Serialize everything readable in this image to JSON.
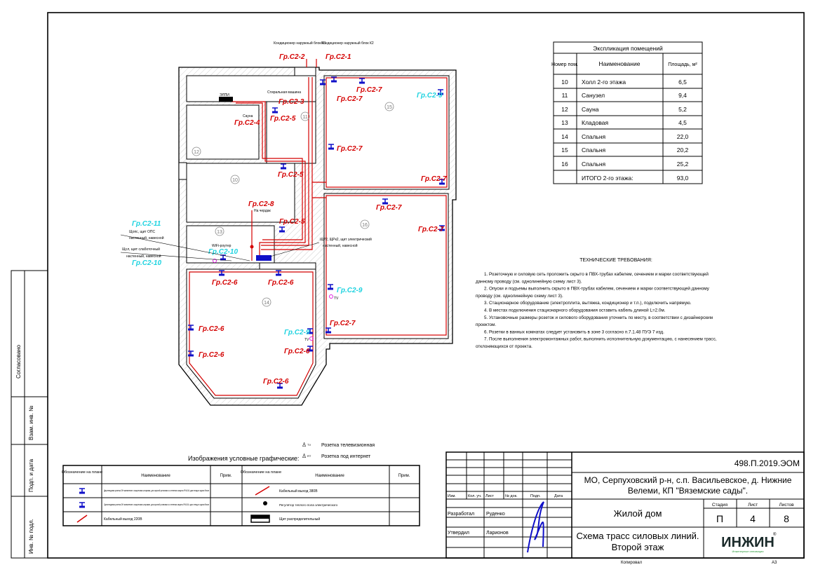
{
  "side_stamp": [
    "Согласовано",
    "Взам. инв. №",
    "Подп. и дата",
    "Инв. № подл."
  ],
  "plan": {
    "rooms": [
      "10",
      "11",
      "12",
      "13",
      "14",
      "15",
      "16"
    ],
    "groups": {
      "c2_1": "Гр.С2-1",
      "c2_2": "Гр.С2-2",
      "c2_3": "Гр.С2-3",
      "c2_4": "Гр.С2-4",
      "c2_5": "Гр.С2-5",
      "c2_6": "Гр.С2-6",
      "c2_7": "Гр.С2-7",
      "c2_8": "Гр.С2-8",
      "c2_9": "Гр.С2-9",
      "c2_10": "Гр.С2-10",
      "c2_11": "Гр.С2-11"
    },
    "notes": {
      "ac1": "Кондиционер наружный блок К1",
      "ac2": "Кондиционер наружный блок К2",
      "washer": "Стиральная машина",
      "sauna": "Сауна",
      "sauna_panel": "ЭЛПИ",
      "attic": "На чердак",
      "ops": "Щопс, щит ОПС",
      "ops2": "настенный, навесной",
      "weak": "Щсл, щит слаботочный",
      "weak2": "настенный, навесной",
      "wifi": "WiFi-роутер",
      "shr": "ЩР2, ЩРк2, щит электрический",
      "shr2": "настенный, навесной",
      "tv": "TV"
    }
  },
  "explication": {
    "title": "Экспликация помещений",
    "headers": [
      "Номер пом.",
      "Наименование",
      "Площадь, м²"
    ],
    "rows": [
      [
        "10",
        "Холл 2-го этажа",
        "6,5"
      ],
      [
        "11",
        "Санузел",
        "9,4"
      ],
      [
        "12",
        "Сауна",
        "5,2"
      ],
      [
        "13",
        "Кладовая",
        "4,5"
      ],
      [
        "14",
        "Спальня",
        "22,0"
      ],
      [
        "15",
        "Спальня",
        "20,2"
      ],
      [
        "16",
        "Спальня",
        "25,2"
      ]
    ],
    "total_label": "ИТОГО 2-го этажа:",
    "total_value": "93,0"
  },
  "requirements": {
    "title": "ТЕХНИЧЕСКИЕ ТРЕБОВАНИЯ:",
    "lines": [
      "1. Розеточную и силовую сеть проложить скрыто в ПВХ-трубах кабелем, сечением и марки соответствующей",
      "данному проводу (см. однолинейную схему лист 3).",
      "2. Опуски и подъемы выполнить скрыто в ПВХ-трубах кабелем, сечением и марки соответствующей данному",
      "проводу (см. однолинейную схему лист 3).",
      "3. Стационарное оборудование (электроплита, вытяжка, кондиционер и т.п.), подключить напрямую.",
      "4. В местах подключения стационарного оборудования оставить кабель длиной L=2.0м.",
      "5. Установочные размеры розеток и силового оборудования уточнить по месту, в соответствии с дизайнерским",
      "проектом.",
      "6. Розетки в ванных комнатах следует установить в зоне 3 согласно п.7.1.48 ПУЭ 7 изд.",
      "7. После выполнения электромонтажных работ, выполнить исполнительную документацию, с нанесением трасс,",
      "отклоняющихся от проекта."
    ]
  },
  "legend": {
    "title": "Изображения условные графические:",
    "tv_label": "Розетка телевизионная",
    "net_label": "Розетка под интернет",
    "tv_tag": "TV",
    "net_tag": "RT",
    "headers": [
      "Обозначение на плане",
      "Наименование",
      "Прим.",
      "Обозначение на плане",
      "Наименование",
      "Прим."
    ],
    "rows": [
      [
        "Двухгнездовая розетка 2К+заземление с защитными шторками, для скрытой установки со степенью защиты IP44-54, два гнезда в одном блоке",
        "Кабельный выход 380В"
      ],
      [
        "Одногнездовая розетка 2К+заземление с защитными шторками, для скрытой установки со степенью защиты IP44-54, одно гнездо в одном блоке",
        "Регулятор теплого пола электрического"
      ],
      [
        "Кабельный выход 220В",
        "Щит распределительный"
      ]
    ]
  },
  "title_block": {
    "code": "498.П.2019.ЭОМ",
    "address": "МО, Серпуховский р-н, с.п. Васильевское, д. Нижние Велеми, КП \"Вяземские сады\".",
    "object": "Жилой дом",
    "sheet_title": "Схема трасс силовых линий. Второй этаж",
    "col_headers": [
      "Изм.",
      "Кол. уч.",
      "Лист",
      "№ док.",
      "Подп.",
      "Дата"
    ],
    "roles": [
      [
        "Разработал",
        "Руденко"
      ],
      [
        "Утвердил",
        "Ларионов"
      ]
    ],
    "stage_label": "Стадия",
    "sheet_label": "Лист",
    "sheets_label": "Листов",
    "stage": "П",
    "sheet": "4",
    "sheets": "8",
    "logo": "ИНЖИН",
    "logo_sub": "Инженерные инновации",
    "copied": "Копировал",
    "format": "А3"
  },
  "colors": {
    "route": "#d40000",
    "socket": "#1010c8",
    "cyan": "#1fd3e0",
    "magenta": "#e020e0"
  }
}
